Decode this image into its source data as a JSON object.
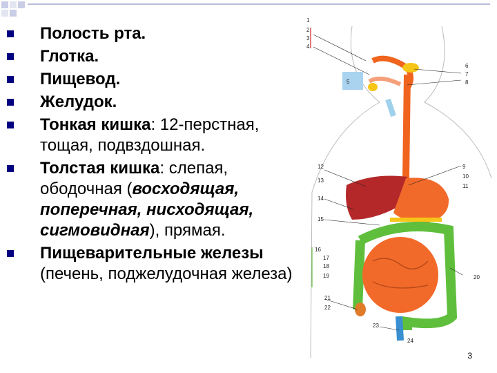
{
  "items": {
    "mouth": "Полость рта.",
    "pharynx": "Глотка.",
    "esophagus": "Пищевод.",
    "stomach": "Желудок.",
    "small_bold": "Тонкая кишка",
    "small_rest": ": 12-перстная, тощая, подвздошная.",
    "large_bold": "Толстая кишка",
    "large_a": ": слепая, ободочная (",
    "large_b": "восходящая, поперечная, нисходящая, сигмовидная",
    "large_c": "), прямая.",
    "glands_bold": "Пищеварительные железы",
    "glands_rest": " (печень, поджелудочная железа)"
  },
  "figure_labels": [
    "1",
    "2",
    "3",
    "4",
    "5",
    "6",
    "7",
    "8",
    "9",
    "10",
    "11",
    "12",
    "13",
    "14",
    "15",
    "16",
    "17",
    "18",
    "19",
    "20",
    "21",
    "22",
    "23",
    "24"
  ],
  "page_number": "3",
  "colors": {
    "bullet": "#000080",
    "esophagus": "#f0641e",
    "liver": "#b4282a",
    "colon": "#5fbf3c",
    "small_intestine": "#f26a2a",
    "salivary": "#f5c518",
    "rectum": "#3a8fd0"
  }
}
